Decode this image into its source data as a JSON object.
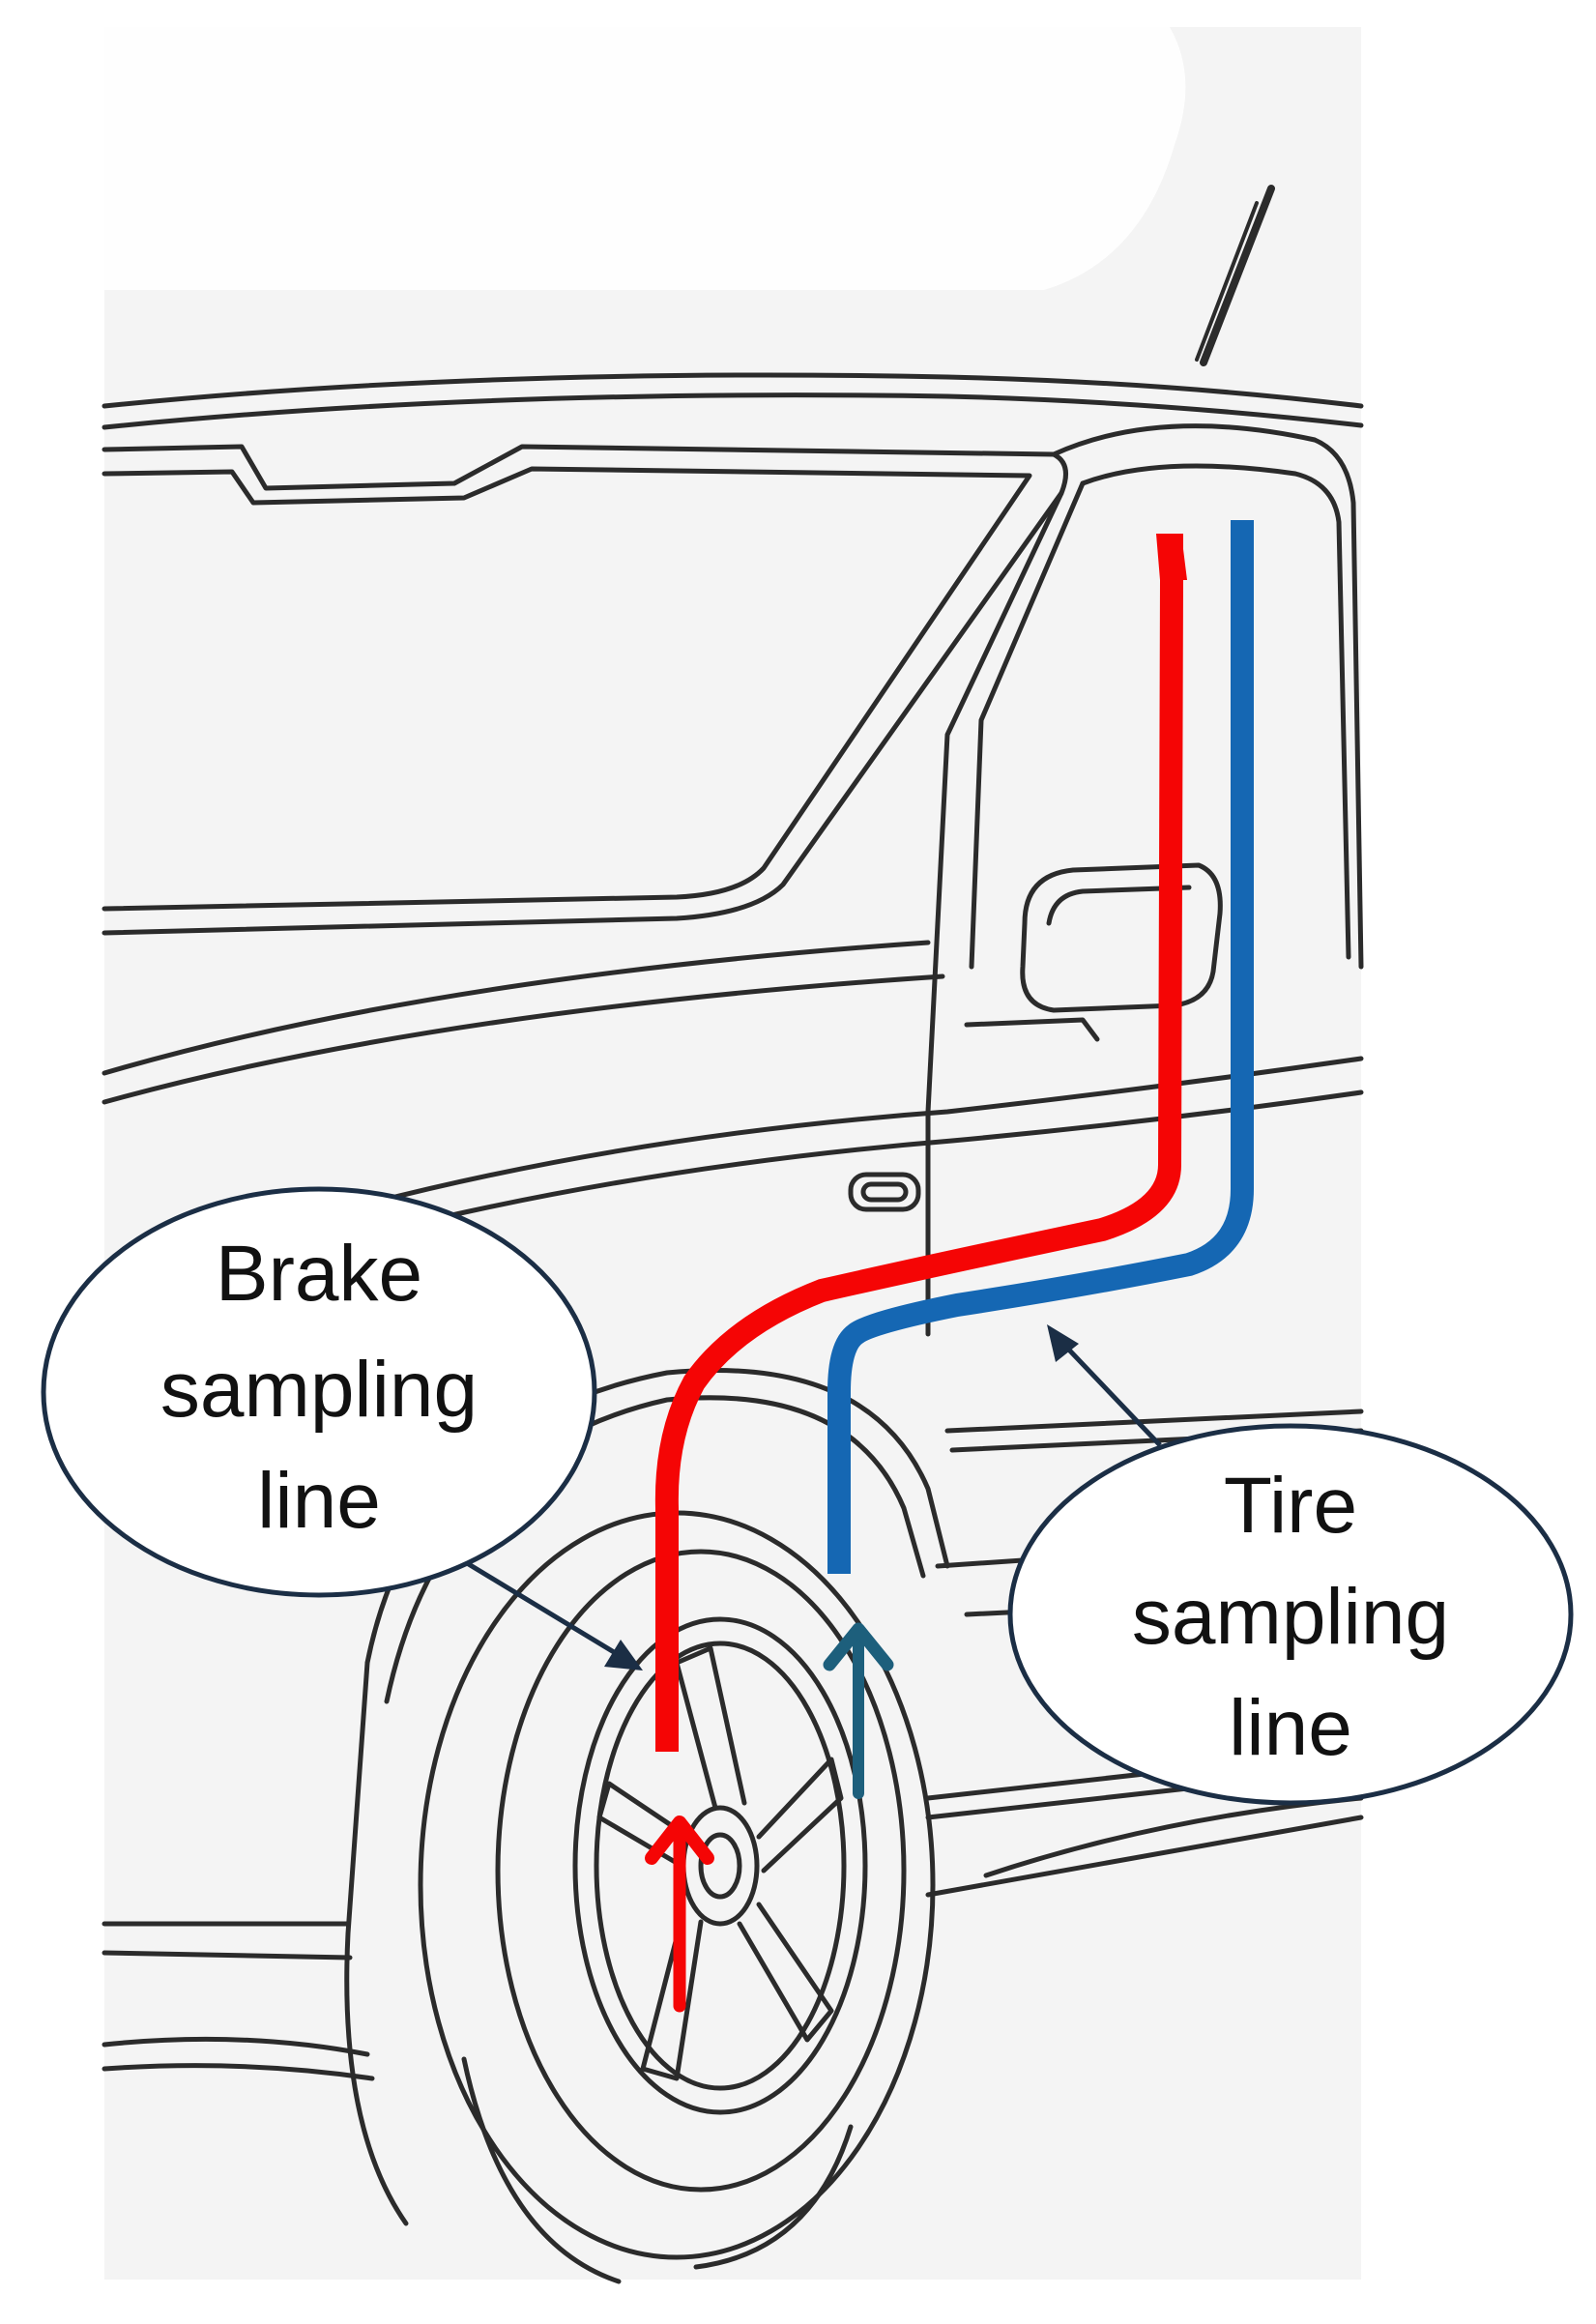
{
  "callouts": {
    "brake": {
      "lines": [
        "Brake",
        "sampling",
        "line"
      ]
    },
    "tire": {
      "lines": [
        "Tire",
        "sampling",
        "line"
      ]
    }
  },
  "colors": {
    "brake_line": "#f50505",
    "tire_line": "#1567b3",
    "tire_arrow": "#1d5f7c",
    "pointer": "#1b2e45",
    "outline": "#2b2b2b",
    "panel_bg": "#f4f4f4",
    "background": "#ffffff"
  }
}
